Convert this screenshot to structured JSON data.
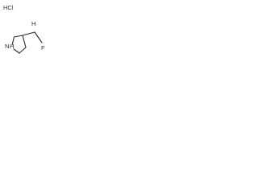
{
  "molecule": {
    "salt_label": "HCl",
    "ring_heteroatom_label": "N",
    "ring_heteroatom_h_label": "H",
    "stereo_h_label": "H",
    "substituent_label": "F"
  }
}
